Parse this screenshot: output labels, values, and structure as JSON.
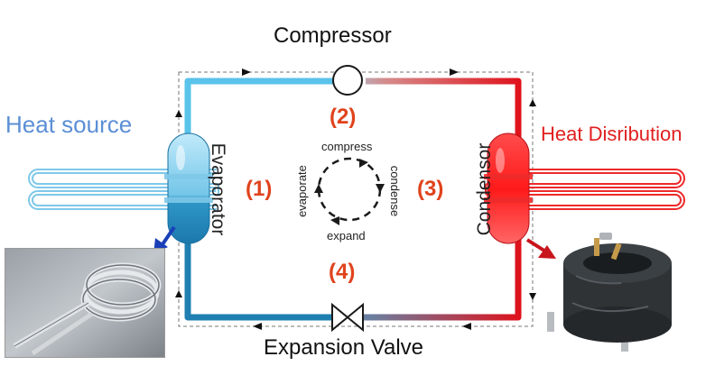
{
  "labels": {
    "compressor": "Compressor",
    "expansion_valve": "Expansion Valve",
    "heat_source": "Heat source",
    "heat_distribution": "Heat Disribution",
    "evaporator": "Evaporator",
    "condensor": "Condensor"
  },
  "steps": {
    "s1": "(1)",
    "s2": "(2)",
    "s3": "(3)",
    "s4": "(4)"
  },
  "cycle": {
    "compress": "compress",
    "condense": "condense",
    "expand": "expand",
    "evaporate": "evaporate"
  },
  "colors": {
    "cold": "#3a9fd0",
    "hot": "#e0101a",
    "step": "#e0431c",
    "heat_source_text": "#5b8fd6",
    "heat_distribution_text": "#e02020",
    "arrow_blue": "#1a3fb8",
    "arrow_red": "#c8141c"
  }
}
